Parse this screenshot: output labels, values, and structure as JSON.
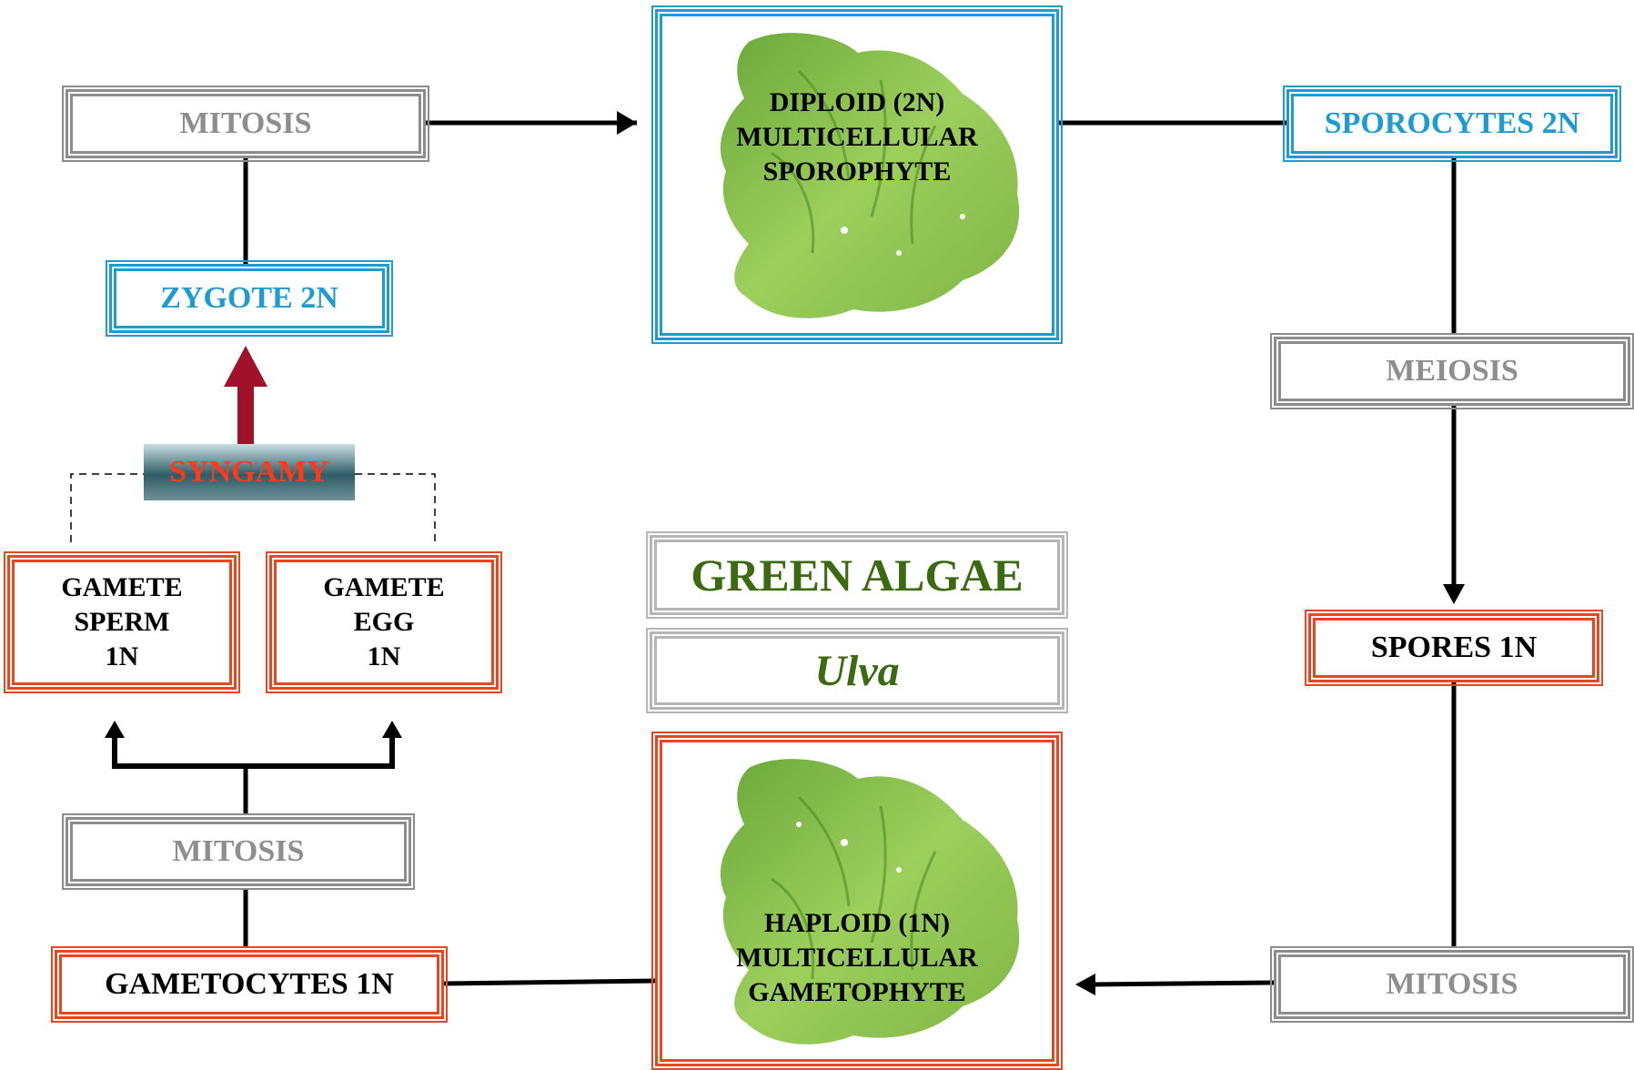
{
  "nodes": {
    "mitosis_top": "MITOSIS",
    "zygote": "ZYGOTE 2N",
    "syngamy": "SYNGAMY",
    "gamete_sperm": [
      "GAMETE",
      "SPERM",
      "1N"
    ],
    "gamete_egg": [
      "GAMETE",
      "EGG",
      "1N"
    ],
    "mitosis_bottom_left": "MITOSIS",
    "gametocytes": "GAMETOCYTES 1N",
    "sporophyte": [
      "DIPLOID (2N)",
      "MULTICELLULAR",
      "SPOROPHYTE"
    ],
    "gametophyte": [
      "HAPLOID (1N)",
      "MULTICELLULAR",
      "GAMETOPHYTE"
    ],
    "sporocytes": "SPOROCYTES 2N",
    "meiosis": "MEIOSIS",
    "spores": "SPORES 1N",
    "mitosis_right": "MITOSIS"
  },
  "title": {
    "group": "GREEN ALGAE",
    "genus": "Ulva"
  },
  "colors": {
    "diploid": "#1f9bd0",
    "haploid": "#e8461e",
    "process": "#8c8c8c",
    "syngamy_arrow": "#a0122a",
    "title": "#3b6a10"
  }
}
